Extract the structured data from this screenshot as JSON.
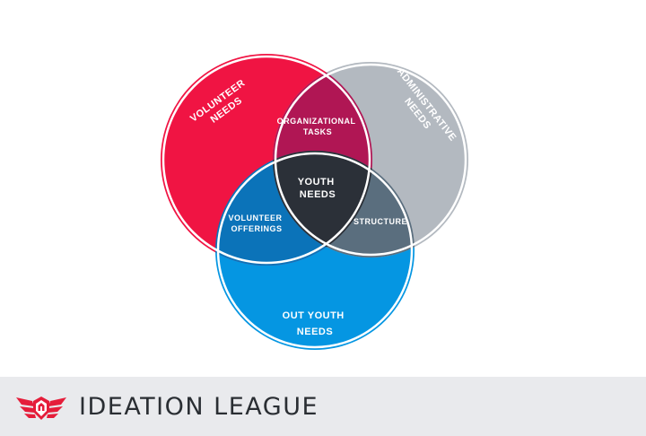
{
  "diagram": {
    "circles": {
      "volunteer": {
        "label_lines": [
          "VOLUNTEER",
          "NEEDS"
        ],
        "color": "#f01443"
      },
      "administrative": {
        "label_lines": [
          "ADMINISTRATIVE",
          "NEEDS"
        ],
        "color": "#b3b9c0"
      },
      "out_youth": {
        "label_lines": [
          "OUT YOUTH",
          "NEEDS"
        ],
        "color": "#0596e2"
      }
    },
    "overlaps": {
      "organizational_tasks": {
        "label_lines": [
          "ORGANIZATIONAL",
          "TASKS"
        ],
        "color": "#b01654"
      },
      "volunteer_offerings": {
        "label_lines": [
          "VOLUNTEER",
          "OFFERINGS"
        ],
        "color": "#0b73b9"
      },
      "structure": {
        "label": "STRUCTURE",
        "color": "#5a6e7e"
      },
      "youth_needs": {
        "label_lines": [
          "YOUTH",
          "NEEDS"
        ],
        "color": "#2b3038"
      }
    }
  },
  "footer": {
    "brand_name": "IDEATION LEAGUE",
    "background": "#e9eaed"
  }
}
